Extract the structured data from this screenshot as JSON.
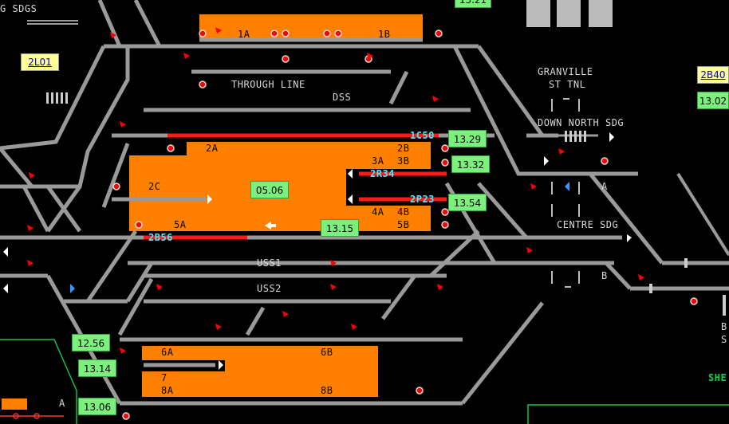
{
  "colors": {
    "background": "#000000",
    "track": "#9a9a9a",
    "occupied_route": "#ff1a1a",
    "platform_fill": "#ff8000",
    "train_box": "#7cf07c",
    "ref_box": "#ffff99",
    "berth_id": "#3ef0ff",
    "signal_red": "#ff0000",
    "area_outline": "#16c040"
  },
  "labels": {
    "sdgs": "G SDGS",
    "p1a": "1A",
    "p1b": "1B",
    "through_line": "THROUGH LINE",
    "dss": "DSS",
    "granville_1": "GRANVILLE",
    "granville_2": "ST TNL",
    "down_north_sdg": "DOWN NORTH SDG",
    "p2a": "2A",
    "p2b": "2B",
    "p3a": "3A",
    "p3b": "3B",
    "p2c": "2C",
    "p4a": "4A",
    "p4b": "4B",
    "p5a": "5A",
    "p5b": "5B",
    "a_label": "A",
    "b_label": "B",
    "centre_sdg": "CENTRE SDG",
    "uss1": "USS1",
    "uss2": "USS2",
    "p6a": "6A",
    "p6b": "6B",
    "p7": "7",
    "p8a": "8A",
    "p8b": "8B",
    "bottom_a": "A",
    "right_b": "B",
    "right_s": "S",
    "she": "SHE"
  },
  "berths": {
    "b1c50": "1C50",
    "b2r34": "2R34",
    "b2p23": "2P23",
    "b2b56": "2B56"
  },
  "time_boxes": {
    "t_top": "13.21",
    "t1329": "13.29",
    "t1332": "13.32",
    "t1354": "13.54",
    "t0506": "05.06",
    "t1315": "13.15",
    "t1302": "13.02",
    "t1256": "12.56",
    "t1314": "13.14",
    "t1306": "13.06"
  },
  "ref_boxes": {
    "r2l01": "2L01",
    "r2b40": "2B40"
  },
  "icons": {
    "signal": "signal-icon",
    "buffer_stop": "buffer-stop-icon",
    "direction_arrow": "direction-arrow-icon",
    "train_indicator": "train-indicator-icon",
    "level_crossing": "level-crossing-icon"
  }
}
